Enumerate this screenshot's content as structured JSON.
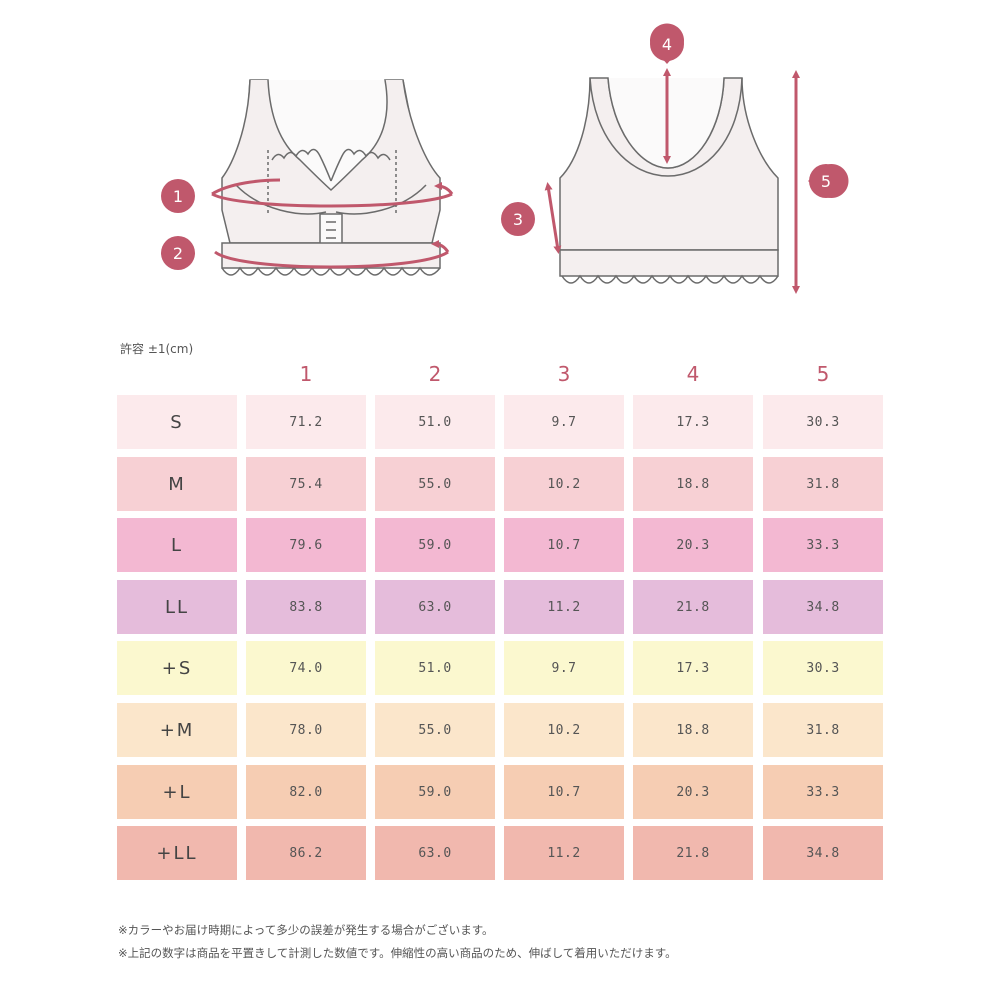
{
  "diagram": {
    "markers": [
      "1",
      "2",
      "3",
      "4",
      "5"
    ],
    "accent": "#c0586c",
    "outline": "#6b6b6b"
  },
  "table": {
    "tolerance": "許容 ±1(cm)",
    "headers": [
      "1",
      "2",
      "3",
      "4",
      "5"
    ],
    "rows": [
      {
        "size": "S",
        "values": [
          "71.2",
          "51.0",
          "9.7",
          "17.3",
          "30.3"
        ],
        "color": "#fceaec"
      },
      {
        "size": "M",
        "values": [
          "75.4",
          "55.0",
          "10.2",
          "18.8",
          "31.8"
        ],
        "color": "#f7d0d4"
      },
      {
        "size": "L",
        "values": [
          "79.6",
          "59.0",
          "10.7",
          "20.3",
          "33.3"
        ],
        "color": "#f3b8d2"
      },
      {
        "size": "LL",
        "values": [
          "83.8",
          "63.0",
          "11.2",
          "21.8",
          "34.8"
        ],
        "color": "#e5bcdb"
      },
      {
        "size": "+S",
        "values": [
          "74.0",
          "51.0",
          "9.7",
          "17.3",
          "30.3"
        ],
        "color": "#fbf8cf"
      },
      {
        "size": "+M",
        "values": [
          "78.0",
          "55.0",
          "10.2",
          "18.8",
          "31.8"
        ],
        "color": "#fbe6cb"
      },
      {
        "size": "+L",
        "values": [
          "82.0",
          "59.0",
          "10.7",
          "20.3",
          "33.3"
        ],
        "color": "#f6cdb3"
      },
      {
        "size": "+LL",
        "values": [
          "86.2",
          "63.0",
          "11.2",
          "21.8",
          "34.8"
        ],
        "color": "#f1b8ae"
      }
    ]
  },
  "notes": [
    "※カラーやお届け時期によって多少の誤差が発生する場合がございます。",
    "※上記の数字は商品を平置きして計測した数値です。伸縮性の高い商品のため、伸ばして着用いただけます。"
  ]
}
